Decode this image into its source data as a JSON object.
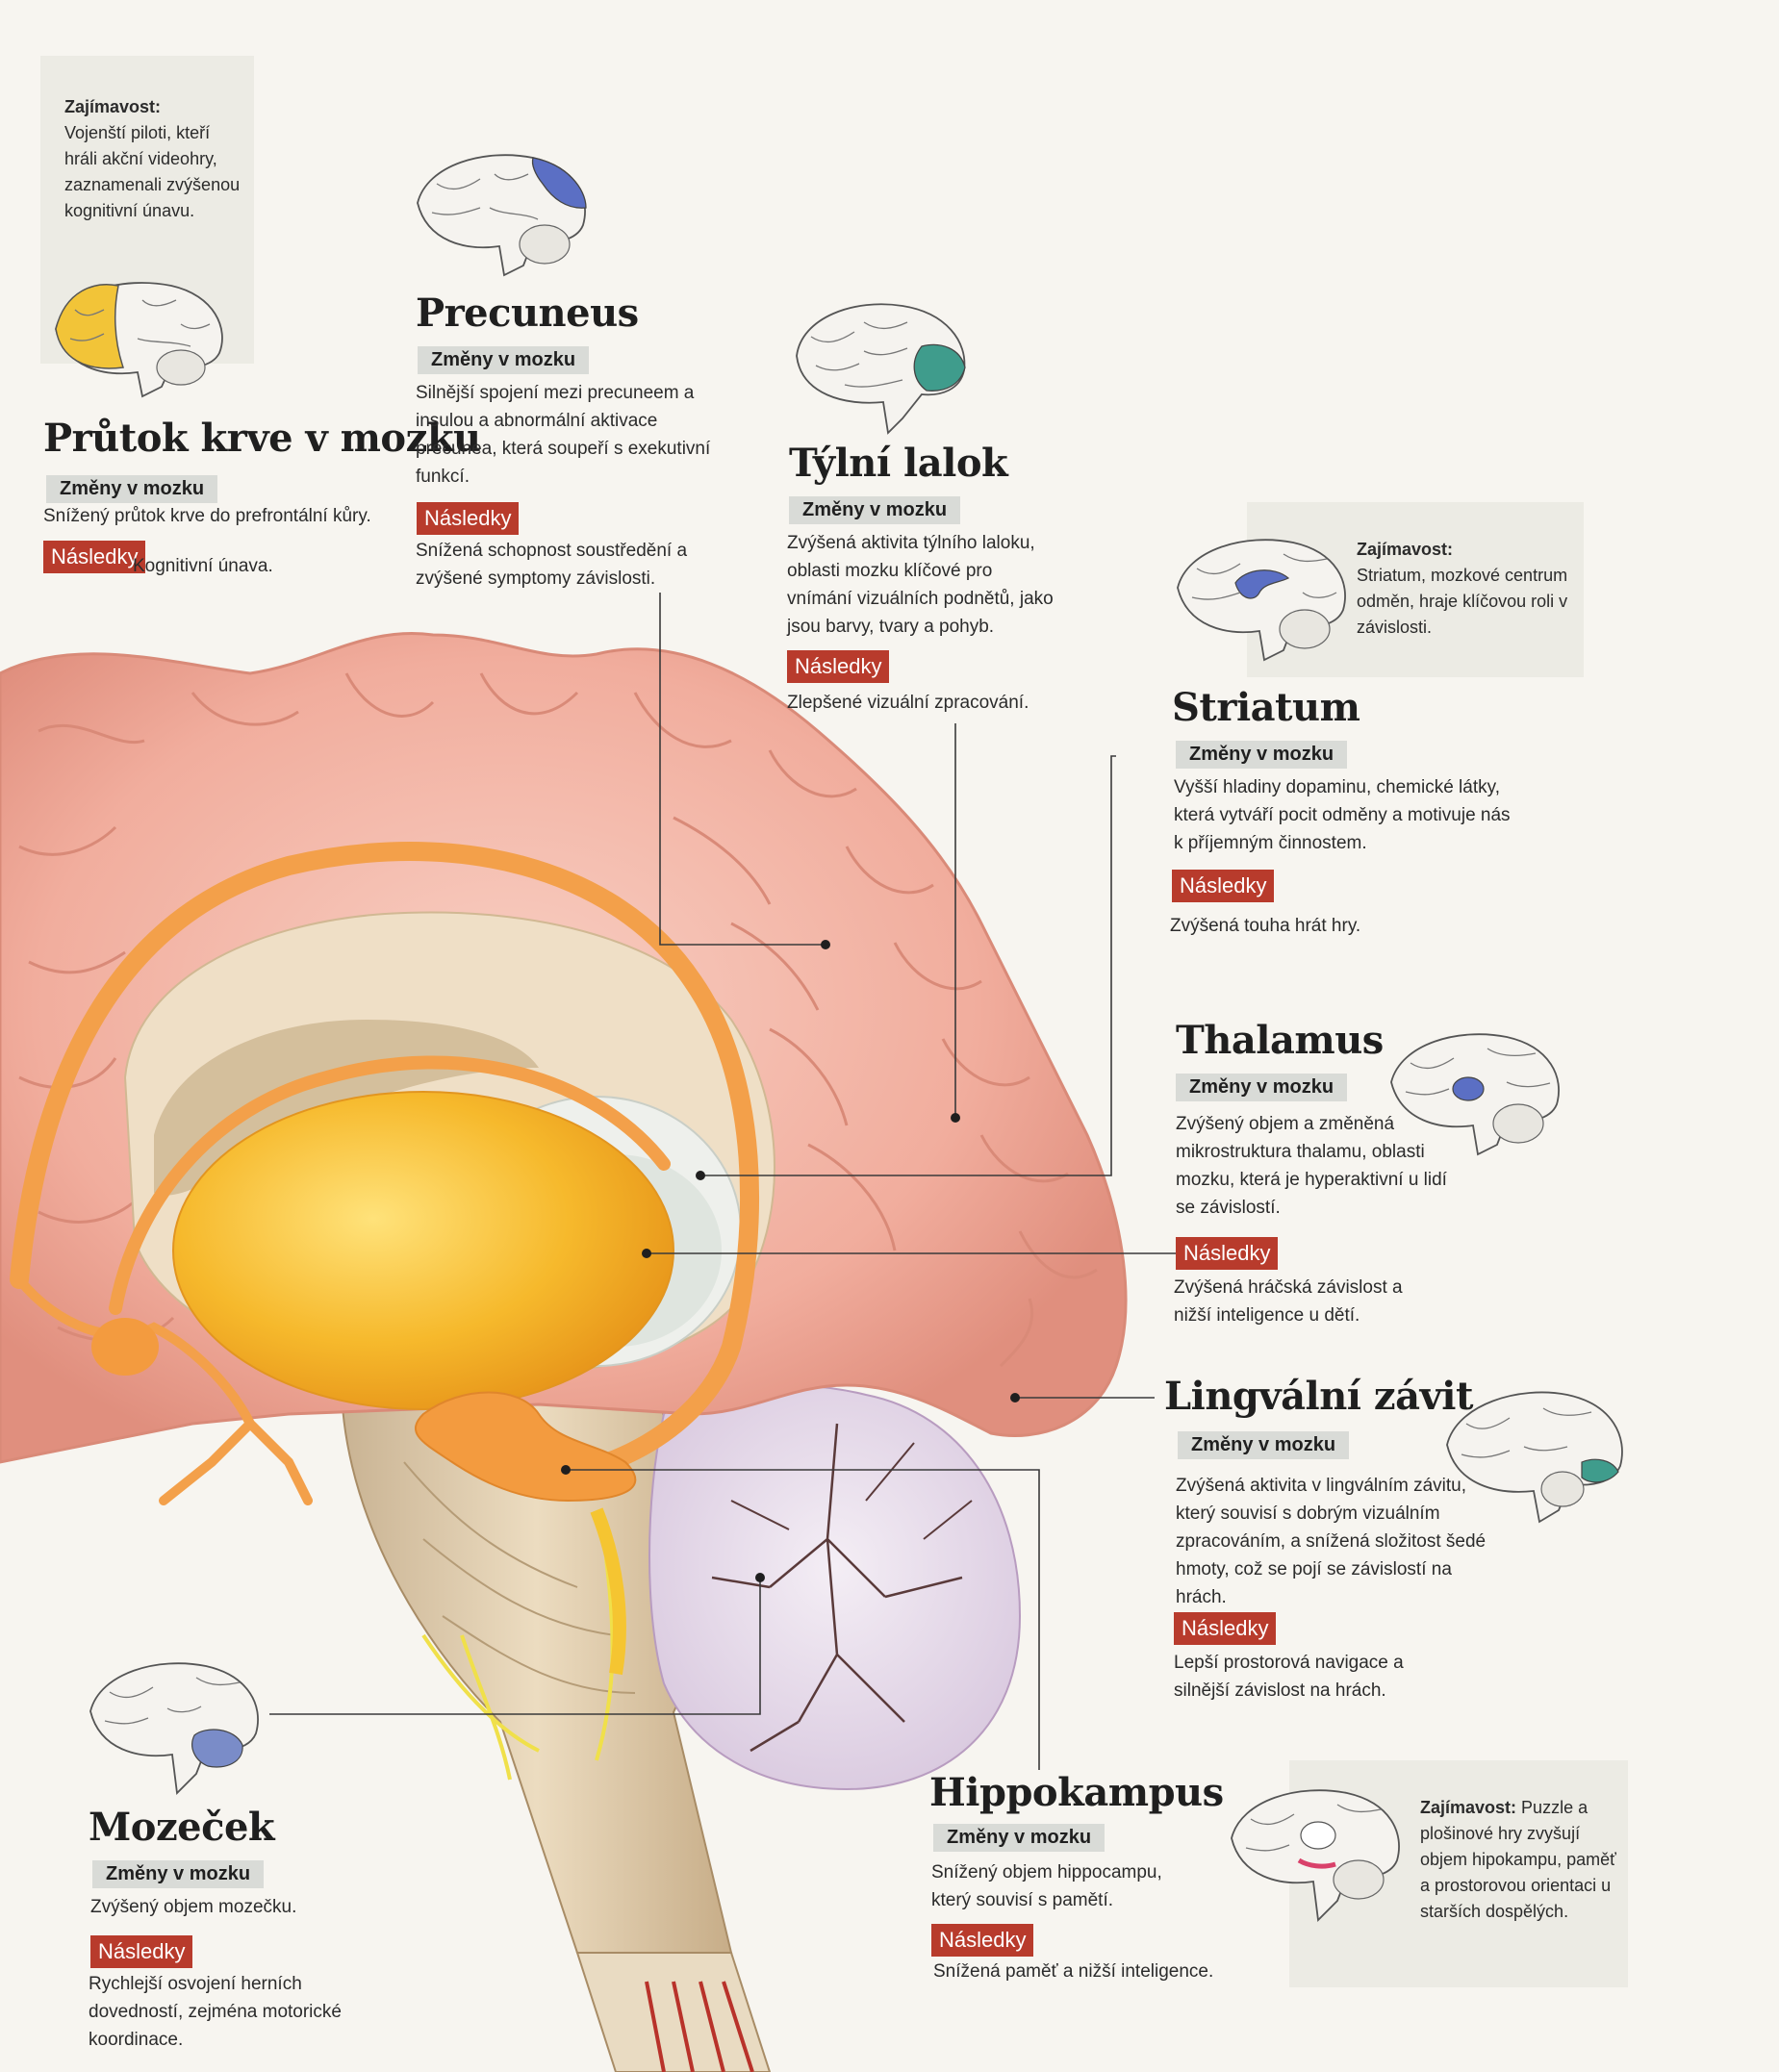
{
  "labels": {
    "changes": "Změny v mozku",
    "consequences": "Následky"
  },
  "facts": {
    "label": "Zajímavost:",
    "pilots": "Vojenští piloti, kteří hráli akční videohry, zaznamenali zvýšenou kognitivní únavu.",
    "striatum": "Striatum, mozkové centrum odměn, hraje klíčovou roli v závislosti.",
    "puzzle": "Puzzle a plošinové hry zvyšují objem hipokampu, paměť a prostorovou orientaci u starších dospělých."
  },
  "sections": {
    "blood_flow": {
      "title": "Průtok krve v mozku",
      "changes": "Snížený průtok krve do prefrontální kůry.",
      "consequences": "Kognitivní únava."
    },
    "precuneus": {
      "title": "Precuneus",
      "changes": "Silnější spojení mezi precuneem a insulou a abnormální aktivace precunea, která soupeří s exekutivní funkcí.",
      "consequences": "Snížená schopnost soustředění a zvýšené symptomy závislosti."
    },
    "occipital": {
      "title": "Týlní lalok",
      "changes": "Zvýšená aktivita týlního laloku, oblasti mozku klíčové pro vnímání vizuálních podnětů, jako jsou barvy, tvary a pohyb.",
      "consequences": "Zlepšené vizuální zpracování."
    },
    "striatum": {
      "title": "Striatum",
      "changes": "Vyšší hladiny dopaminu, chemické látky, která vytváří pocit odměny a motivuje nás k příjemným činnostem.",
      "consequences": "Zvýšená touha hrát hry."
    },
    "thalamus": {
      "title": "Thalamus",
      "changes": "Zvýšený objem a změněná mikrostruktura thalamu, oblasti mozku, která je hyperaktivní u lidí se závislostí.",
      "consequences": "Zvýšená hráčská závislost a nižší inteligence u dětí."
    },
    "lingual": {
      "title": "Lingvální závit",
      "changes": "Zvýšená aktivita v lingválním závitu, který souvisí s dobrým vizuálním zpracováním, a snížená složitost šedé hmoty, což se pojí se závislostí na hrách.",
      "consequences": "Lepší prostorová navigace a silnější závislost na hrách."
    },
    "hippocampus": {
      "title": "Hippokampus",
      "changes": "Snížený objem hippocampu, který souvisí s pamětí.",
      "consequences": "Snížená paměť a nižší inteligence."
    },
    "cerebellum": {
      "title": "Mozeček",
      "changes": "Zvýšený objem mozečku.",
      "consequences": "Rychlejší osvojení herních dovedností, zejména motorické koordinace."
    }
  },
  "colors": {
    "tag_grey": "#d9dbd7",
    "tag_red": "#b83b2c",
    "cortex_pink": "#f2b4a6",
    "fornix_orange": "#f4a24a",
    "thalamus_yellow": "#f5b82e",
    "highlight_blue": "#5b6fc4",
    "highlight_teal": "#3f9c8c",
    "highlight_yellow": "#f2c438",
    "fact_bg": "#ecebe4"
  }
}
